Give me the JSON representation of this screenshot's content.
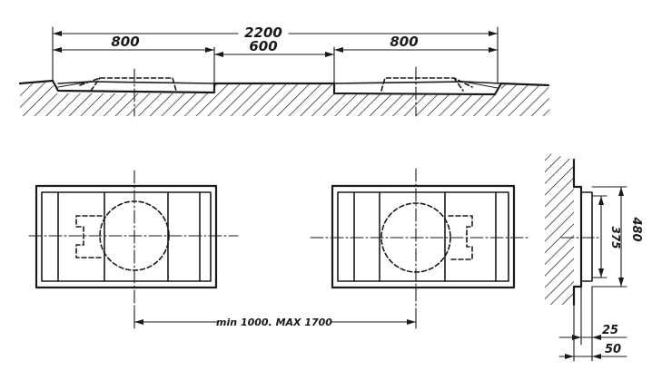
{
  "dimensions": {
    "total_width": "2200",
    "left_pad_width": "800",
    "gap_width": "600",
    "right_pad_width": "800",
    "center_distance": "min 1000. MAX 1700",
    "height_outer": "480",
    "height_inner": "375",
    "depth_small": "25",
    "depth_large": "50"
  },
  "colors": {
    "ink": "#1a1a1a",
    "paper": "#ffffff"
  }
}
